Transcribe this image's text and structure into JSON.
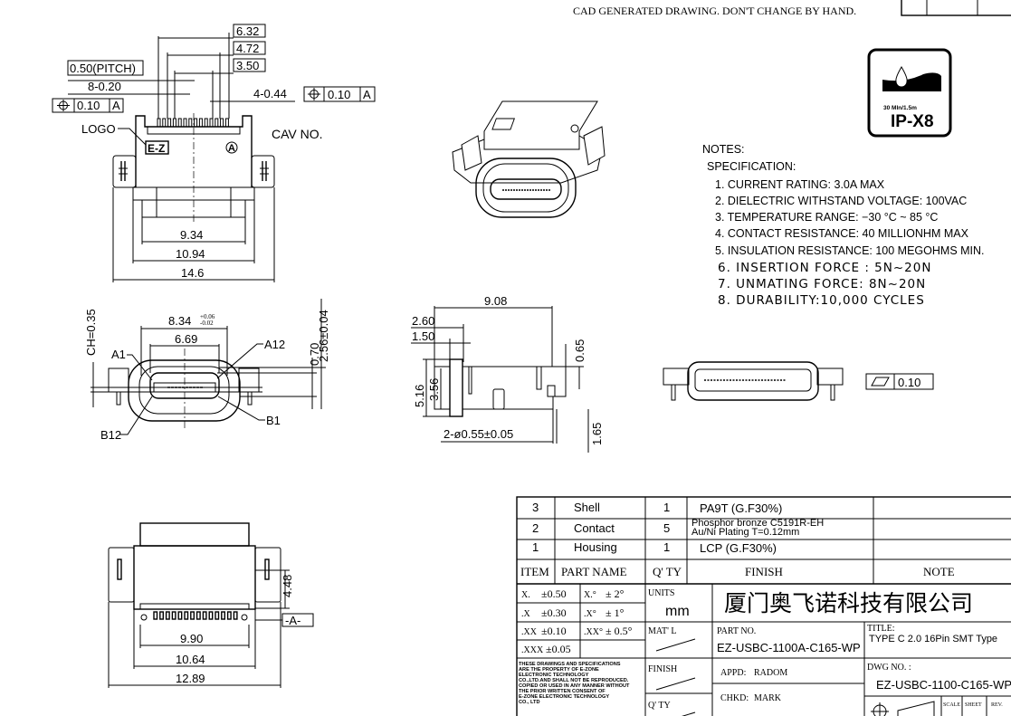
{
  "header": {
    "notice": "CAD GENERATED DRAWING.  DON'T CHANGE BY HAND."
  },
  "top_view": {
    "dims": {
      "d632": "6.32",
      "d472": "4.72",
      "d350": "3.50",
      "pitch": "0.50(PITCH)",
      "pin_width": "8-0.20",
      "pos_tol": "0.10",
      "datum": "A",
      "pin_width2": "4-0.44",
      "d934": "9.34",
      "d1094": "10.94",
      "d146": "14.6"
    },
    "logo_label": "LOGO",
    "logo_text": "E-Z",
    "cav_mark": "A",
    "cav_label": "CAV  NO."
  },
  "front_view": {
    "ch": "CH=0.35",
    "w834": "8.34",
    "w834_tol_plus": "+0.06",
    "w834_tol_minus": "-0.02",
    "w669": "6.69",
    "h070": "0.70",
    "h256": "2.56±0.04",
    "a1": "A1",
    "a12": "A12",
    "b12": "B12",
    "b1": "B1"
  },
  "side_view": {
    "d908": "9.08",
    "d260": "2.60",
    "d150": "1.50",
    "d516": "5.16",
    "d356": "3.56",
    "d065": "0.65",
    "d165": "1.65",
    "hole": "2-ø0.55±0.05"
  },
  "flatness": {
    "value": "0.10"
  },
  "bottom_view": {
    "d448": "4.48",
    "d990": "9.90",
    "d1064": "10.64",
    "d1289": "12.89",
    "datum": "-A-"
  },
  "ip_badge": {
    "depth": "30 MIn/1.5m",
    "rating": "IP-X8"
  },
  "notes": {
    "title": "NOTES:",
    "subtitle": "SPECIFICATION:",
    "items": [
      "1. CURRENT RATING: 3.0A MAX",
      "2. DIELECTRIC WITHSTAND VOLTAGE: 100VAC",
      "3. TEMPERATURE RANGE: −30 °C ~ 85 °C",
      "4. CONTACT RESISTANCE: 40 MILLIONHM MAX",
      "5. INSULATION RESISTANCE: 100 MEGOHMS MIN.",
      "6.  INSERTION  FORCE  :  5N~20N",
      "7.  UNMATING  FORCE:  8N~20N",
      "8.  DURABILITY:10,000  CYCLES"
    ]
  },
  "bom": {
    "rows": [
      {
        "item": "3",
        "part": "Shell",
        "qty": "1",
        "finish": "PA9T (G.F30%)",
        "finish2": ""
      },
      {
        "item": "2",
        "part": "Contact",
        "qty": "5",
        "finish": "Phosphor  bronze  C5191R-EH",
        "finish2": "Au/Ni   Plating   T=0.12mm"
      },
      {
        "item": "1",
        "part": "Housing",
        "qty": "1",
        "finish": "LCP  (G.F30%)",
        "finish2": ""
      }
    ],
    "headers": {
      "item": "ITEM",
      "part": "PART   NAME",
      "qty": "Q' TY",
      "finish": "FINISH",
      "note": "NOTE"
    }
  },
  "title_block": {
    "tolerances": [
      [
        "X.",
        "±0.50",
        "X.°",
        "± 2°"
      ],
      [
        ".X",
        "±0.30",
        ".X°",
        "± 1°"
      ],
      [
        ".XX",
        "±0.10",
        ".XX°",
        "± 0.5°"
      ],
      [
        ".XXX",
        "±0.05",
        "",
        ""
      ]
    ],
    "units_label": "UNITS",
    "units": "mm",
    "matl_label": "MAT' L",
    "finish_label": "FINISH",
    "qty_label": "Q' TY",
    "company": "厦门奥飞诺科技有限公司",
    "part_no_label": "PART  NO.",
    "part_no": "EZ-USBC-1100A-C165-WP",
    "title_label": "TITLE:",
    "title": "TYPE C 2.0 16Pin   SMT Type",
    "appd_label": "APPD:",
    "appd": "RADOM",
    "chkd_label": "CHKD:",
    "chkd": "MARK",
    "dwg_label": "DWG  NO. :",
    "dwg_no": "EZ-USBC-1100-C165-WP",
    "scale_label": "SCALE",
    "sheet_label": "SHEET",
    "rev_label": "REV.",
    "legal": [
      "THESE  DRAWINGS  AND  SPECIFICATIONS",
      "ARE  THE  PROPERTY  OF   E-ZONE",
      "ELECTRONIC  TECHNOLOGY",
      "CO.,LTD.AND  SHALL  NOT  BE  REPRODUCED.",
      "COPIED  OR  USED  IN  ANY   MANNER  WITHOUT",
      "THE   PRIOR  WRITTEN   CONSENT   OF",
      "E-ZONE  ELECTRONIC  TECHNOLOGY",
      "CO.,  LTD"
    ]
  }
}
